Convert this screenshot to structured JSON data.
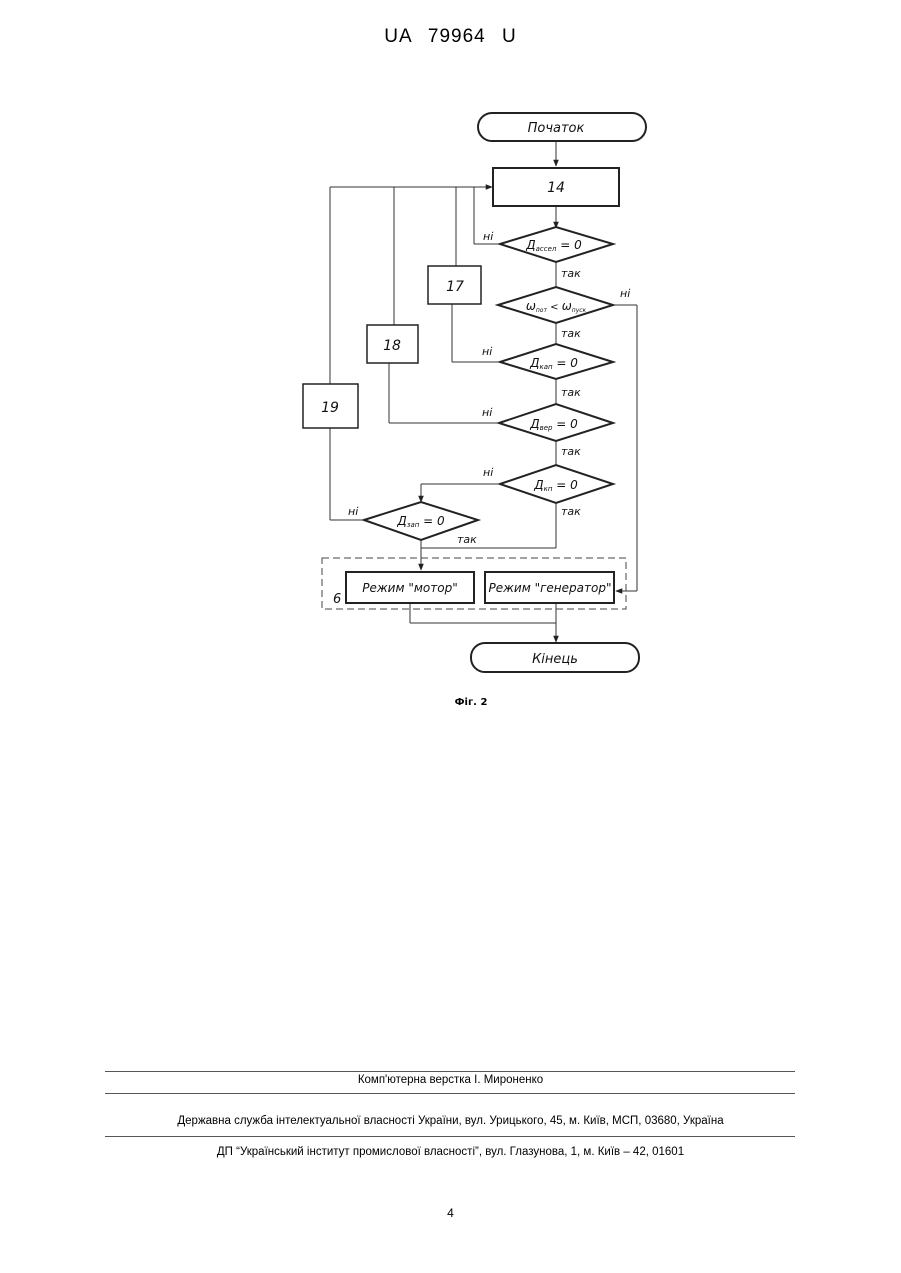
{
  "header": {
    "doc_id": "UA   79964   U"
  },
  "flowchart": {
    "start": "Початок",
    "end": "Кінець",
    "block_main": "14",
    "block_17": "17",
    "block_18": "18",
    "block_19": "19",
    "group_label": "6",
    "mode_motor": "Режим \"мотор\"",
    "mode_generator": "Режим \"генератор\"",
    "d1": {
      "main": "Д",
      "sub": "ассел",
      "rest": " = 0"
    },
    "d2": {
      "omega": "ω",
      "sub1": "пот",
      "cmp": " < ",
      "omega2": "ω",
      "sub2": "пуск"
    },
    "d3": {
      "main": "Д",
      "sub": "кап",
      "rest": " = 0"
    },
    "d4": {
      "main": "Д",
      "sub": "вер",
      "rest": " = 0"
    },
    "d5": {
      "main": "Д",
      "sub": "кп",
      "rest": " = 0"
    },
    "d6": {
      "main": "Д",
      "sub": "зап",
      "rest": " = 0"
    },
    "yes": "так",
    "no": "ні"
  },
  "caption": "Фіг. 2",
  "footer": {
    "layout_by": "Комп'ютерна верстка І. Мироненко",
    "agency": "Державна служба інтелектуальної власності України, вул. Урицького, 45, м. Київ, МСП, 03680, Україна",
    "institute": "ДП “Український інститут промислової власності”, вул. Глазунова, 1, м. Київ – 42, 01601"
  },
  "page_number": "4"
}
